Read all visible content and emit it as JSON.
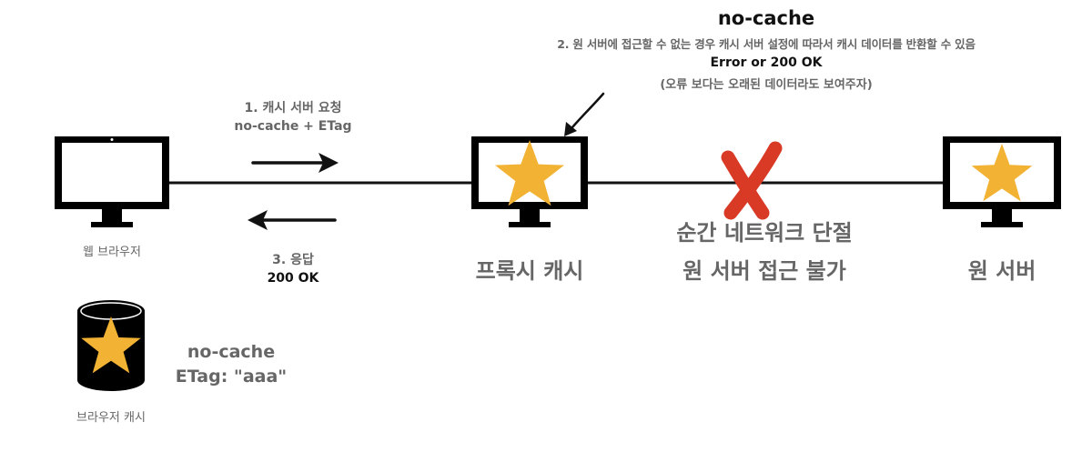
{
  "title": "no-cache",
  "note": {
    "line1": "2. 원 서버에 접근할 수 없는 경우 캐시 서버 설정에 따라서 캐시 데이터를 반환할 수 있음",
    "line2": "Error or 200 OK",
    "line3": "(오류 보다는 오래된 데이터라도 보여주자)"
  },
  "request": {
    "line1": "1. 캐시 서버 요청",
    "line2": "no-cache + ETag"
  },
  "response": {
    "line1": "3. 응답",
    "line2": "200 OK"
  },
  "nodes": {
    "browser": "웹 브라우저",
    "proxy": "프록시 캐시",
    "origin": "원 서버"
  },
  "disconnect": {
    "line1": "순간 네트워크 단절",
    "line2": "원 서버 접근 불가"
  },
  "browser_cache": {
    "label": "브라우저 캐시",
    "directive": "no-cache",
    "etag": "ETag: \"aaa\""
  },
  "colors": {
    "star": "#F2B234",
    "x_mark": "#D93A26",
    "monitor": "#000000",
    "label_gray": "#666666"
  }
}
